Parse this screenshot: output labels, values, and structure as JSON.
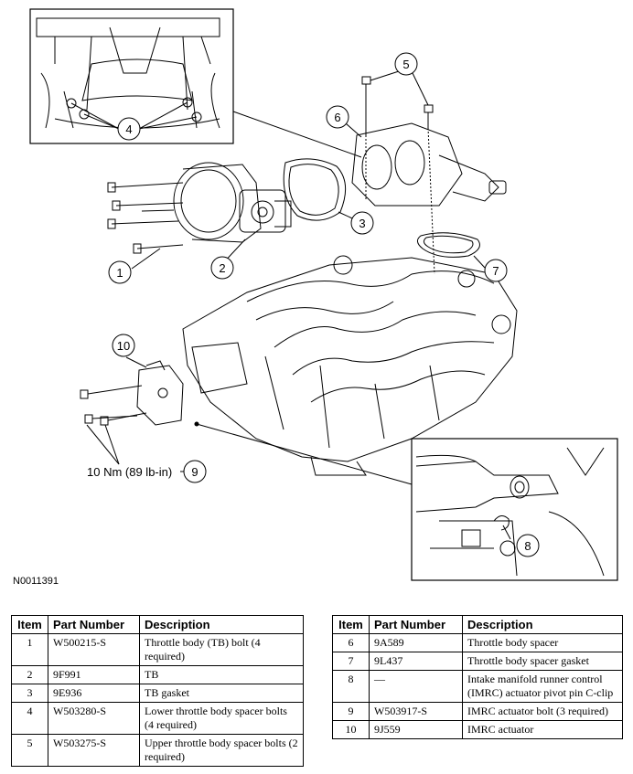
{
  "figure": {
    "code": "N0011391",
    "callouts": [
      "1",
      "2",
      "3",
      "4",
      "5",
      "6",
      "7",
      "8",
      "9",
      "10"
    ],
    "torque_label": "10 Nm (89 lb-in)"
  },
  "table_headers": {
    "item": "Item",
    "part_number": "Part Number",
    "description": "Description"
  },
  "parts_left": [
    {
      "item": "1",
      "part_number": "W500215-S",
      "description": "Throttle body (TB) bolt (4 required)"
    },
    {
      "item": "2",
      "part_number": "9F991",
      "description": "TB"
    },
    {
      "item": "3",
      "part_number": "9E936",
      "description": "TB gasket"
    },
    {
      "item": "4",
      "part_number": "W503280-S",
      "description": "Lower throttle body spacer bolts (4 required)"
    },
    {
      "item": "5",
      "part_number": "W503275-S",
      "description": "Upper throttle body spacer bolts (2 required)"
    }
  ],
  "parts_right": [
    {
      "item": "6",
      "part_number": "9A589",
      "description": "Throttle body spacer"
    },
    {
      "item": "7",
      "part_number": "9L437",
      "description": "Throttle body spacer gasket"
    },
    {
      "item": "8",
      "part_number": "—",
      "description": "Intake manifold runner control (IMRC) actuator pivot pin C-clip"
    },
    {
      "item": "9",
      "part_number": "W503917-S",
      "description": "IMRC actuator bolt (3 required)"
    },
    {
      "item": "10",
      "part_number": "9J559",
      "description": "IMRC actuator"
    }
  ]
}
